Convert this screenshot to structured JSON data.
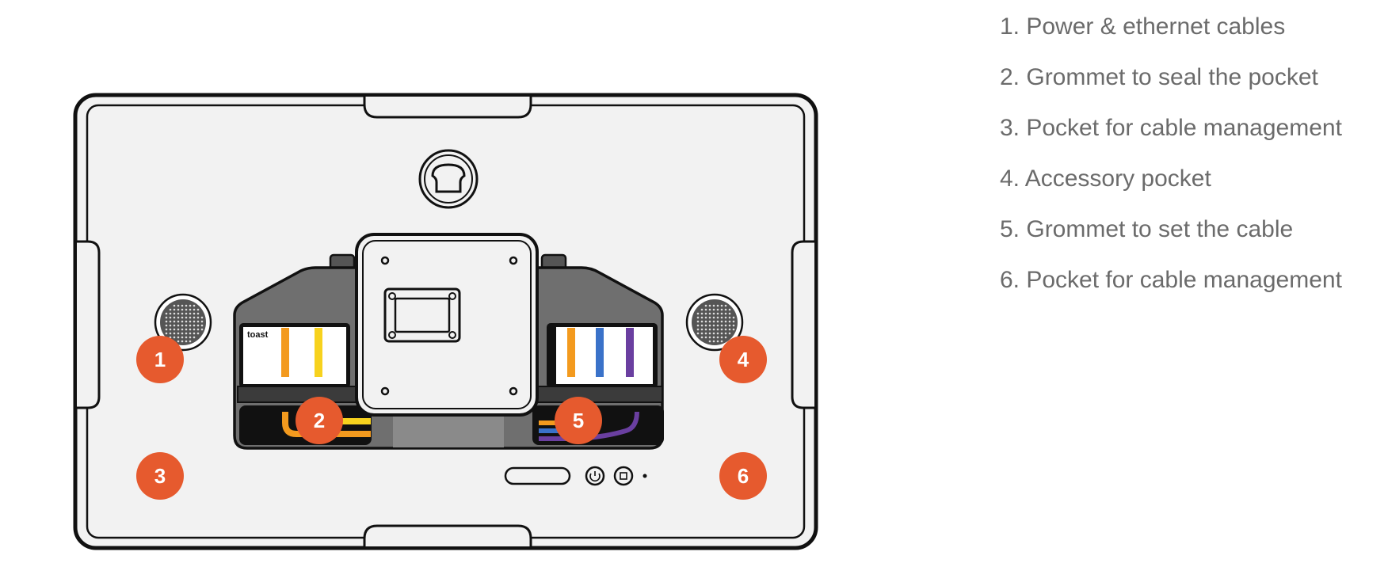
{
  "callouts": [
    {
      "num": "1",
      "text": "Power & ethernet cables"
    },
    {
      "num": "2",
      "text": "Grommet to seal the pocket"
    },
    {
      "num": "3",
      "text": "Pocket for cable management"
    },
    {
      "num": "4",
      "text": "Accessory pocket"
    },
    {
      "num": "5",
      "text": "Grommet to set the cable"
    },
    {
      "num": "6",
      "text": "Pocket for cable management"
    }
  ],
  "legend_lines": [
    "1. Power & ethernet cables",
    "2. Grommet to seal the pocket",
    "3. Pocket for cable management",
    "4. Accessory pocket",
    "5. Grommet to set the cable",
    "6. Pocket for cable management"
  ],
  "label_brand": "toast",
  "colors": {
    "callout": "#e65a2e",
    "body": "#f2f2f2",
    "outline": "#111111",
    "pocket": "#6f6f6f",
    "pocket_dark": "#4a4a4a",
    "cable_orange": "#f39a1e",
    "cable_yellow": "#f7d21e",
    "cable_blue": "#3a72c9",
    "cable_purple": "#6a3fa0",
    "legend_text": "#6b6b6b"
  }
}
